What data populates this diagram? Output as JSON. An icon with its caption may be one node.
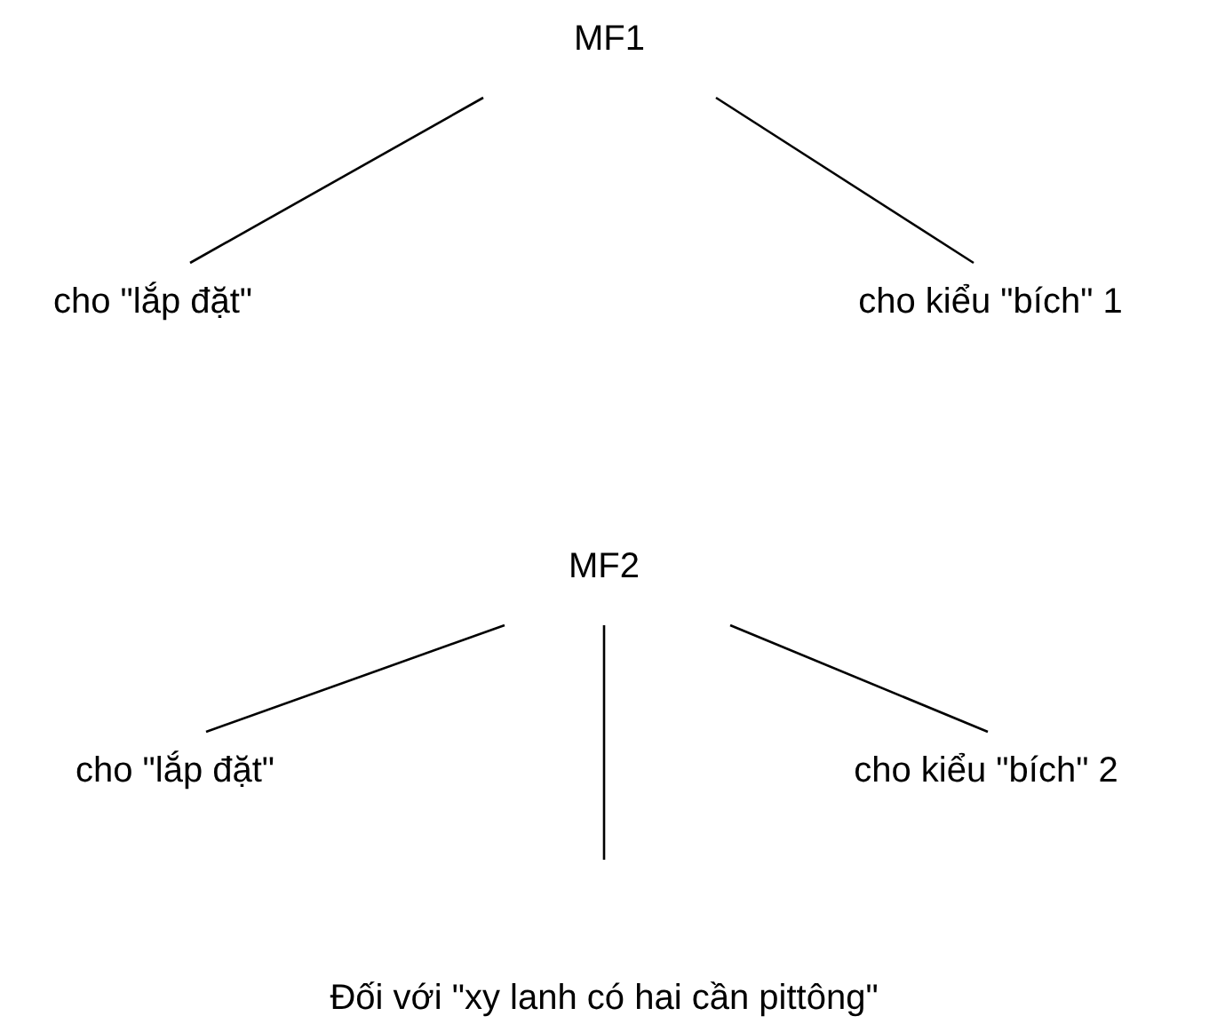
{
  "diagram": {
    "nodes": [
      {
        "text": [
          "MF1"
        ]
      },
      {
        "text": [
          "cho \"lắp đặt\""
        ]
      },
      {
        "text": [
          "cho kiểu \"bích\" 1"
        ]
      },
      {
        "text": [
          "MF2"
        ]
      },
      {
        "text": [
          "cho \"lắp đặt\""
        ]
      },
      {
        "text": [
          "cho kiểu \"bích\" 2"
        ]
      },
      {
        "text": [
          "Đối với \"xy lanh có hai cần pittông\""
        ]
      }
    ],
    "edges": [
      {
        "from": 0,
        "to": 1,
        "arrow": "none"
      },
      {
        "from": 0,
        "to": 2,
        "arrow": "none"
      },
      {
        "from": 3,
        "to": 4,
        "arrow": "none"
      },
      {
        "from": 3,
        "to": 6,
        "arrow": "none"
      },
      {
        "from": 3,
        "to": 5,
        "arrow": "none"
      }
    ]
  }
}
